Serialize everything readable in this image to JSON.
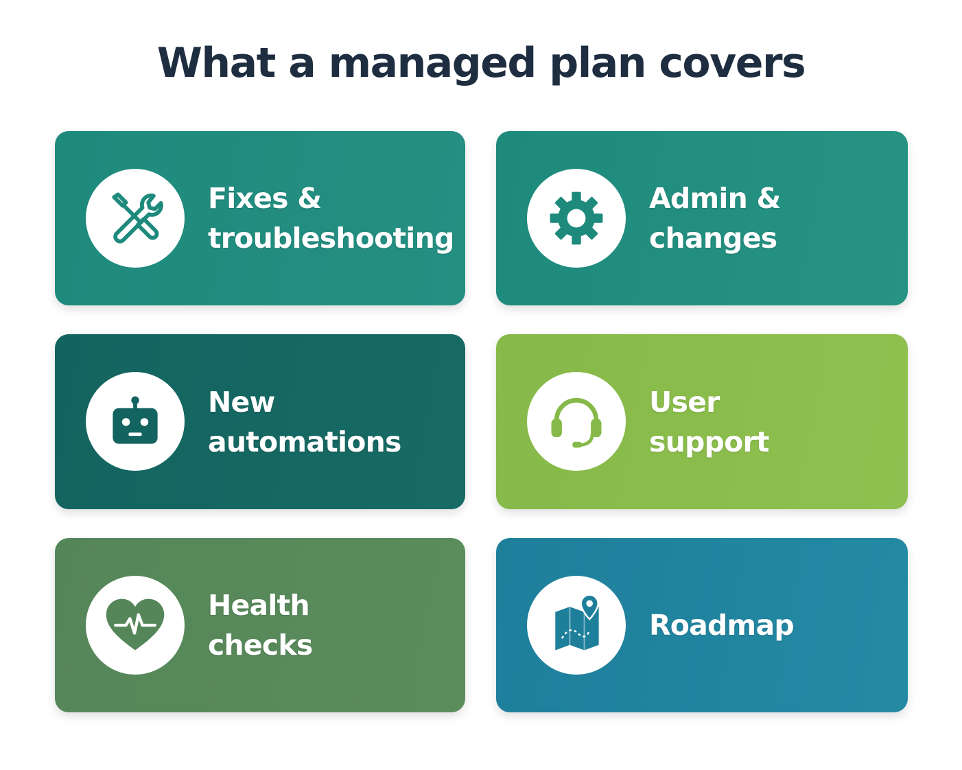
{
  "page": {
    "title": "What a managed plan covers"
  },
  "cards": [
    {
      "label": "Fixes &\ntroubleshooting",
      "icon": "wrench-screwdriver-icon",
      "color": "#1e8a7c",
      "color_light": "#258f82"
    },
    {
      "label": "Admin &\nchanges",
      "icon": "gear-icon",
      "color": "#1e8a7c",
      "color_light": "#279383"
    },
    {
      "label": "New\nautomations",
      "icon": "robot-icon",
      "color": "#136460",
      "color_light": "#186a64"
    },
    {
      "label": "User\nsupport",
      "icon": "headset-icon",
      "color": "#86b949",
      "color_light": "#8fc04f"
    },
    {
      "label": "Health\nchecks",
      "icon": "heart-pulse-icon",
      "color": "#558659",
      "color_light": "#5b8c5c"
    },
    {
      "label": "Roadmap",
      "icon": "map-pin-icon",
      "color": "#1e7f9b",
      "color_light": "#248aa4"
    }
  ]
}
